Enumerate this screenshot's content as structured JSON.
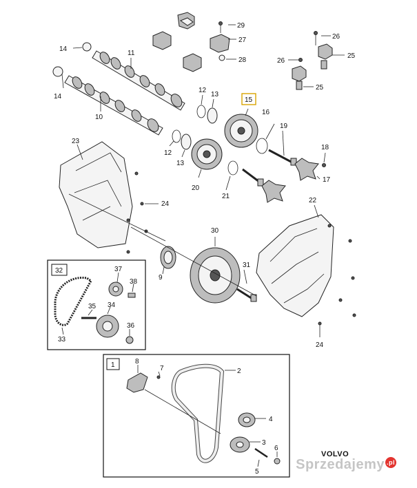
{
  "labels": {
    "p29": "29",
    "p27": "27",
    "p28": "28",
    "p26a": "26",
    "p26b": "26",
    "p25a": "25",
    "p25b": "25",
    "p14a": "14",
    "p14b": "14",
    "p11": "11",
    "p10": "10",
    "p12a": "12",
    "p12b": "12",
    "p13a": "13",
    "p13b": "13",
    "p15": "15",
    "p16": "16",
    "p19": "19",
    "p18": "18",
    "p17": "17",
    "p20": "20",
    "p21": "21",
    "p23": "23",
    "p24a": "24",
    "p24b": "24",
    "p22": "22",
    "p30": "30",
    "p9": "9",
    "p31": "31",
    "p32": "32",
    "p37": "37",
    "p38": "38",
    "p35": "35",
    "p34": "34",
    "p36": "36",
    "p33": "33",
    "p1": "1",
    "p8": "8",
    "p7": "7",
    "p2": "2",
    "p4": "4",
    "p3": "3",
    "p6": "6",
    "p5": "5"
  },
  "brand": {
    "logo_text": "VOLVO"
  },
  "watermark": {
    "text": "Sprzedajemy",
    "badge": ".pl"
  },
  "colors": {
    "line": "#222222",
    "highlight": "#d9a400",
    "watermark": "#969696",
    "badge": "#e3342f"
  }
}
